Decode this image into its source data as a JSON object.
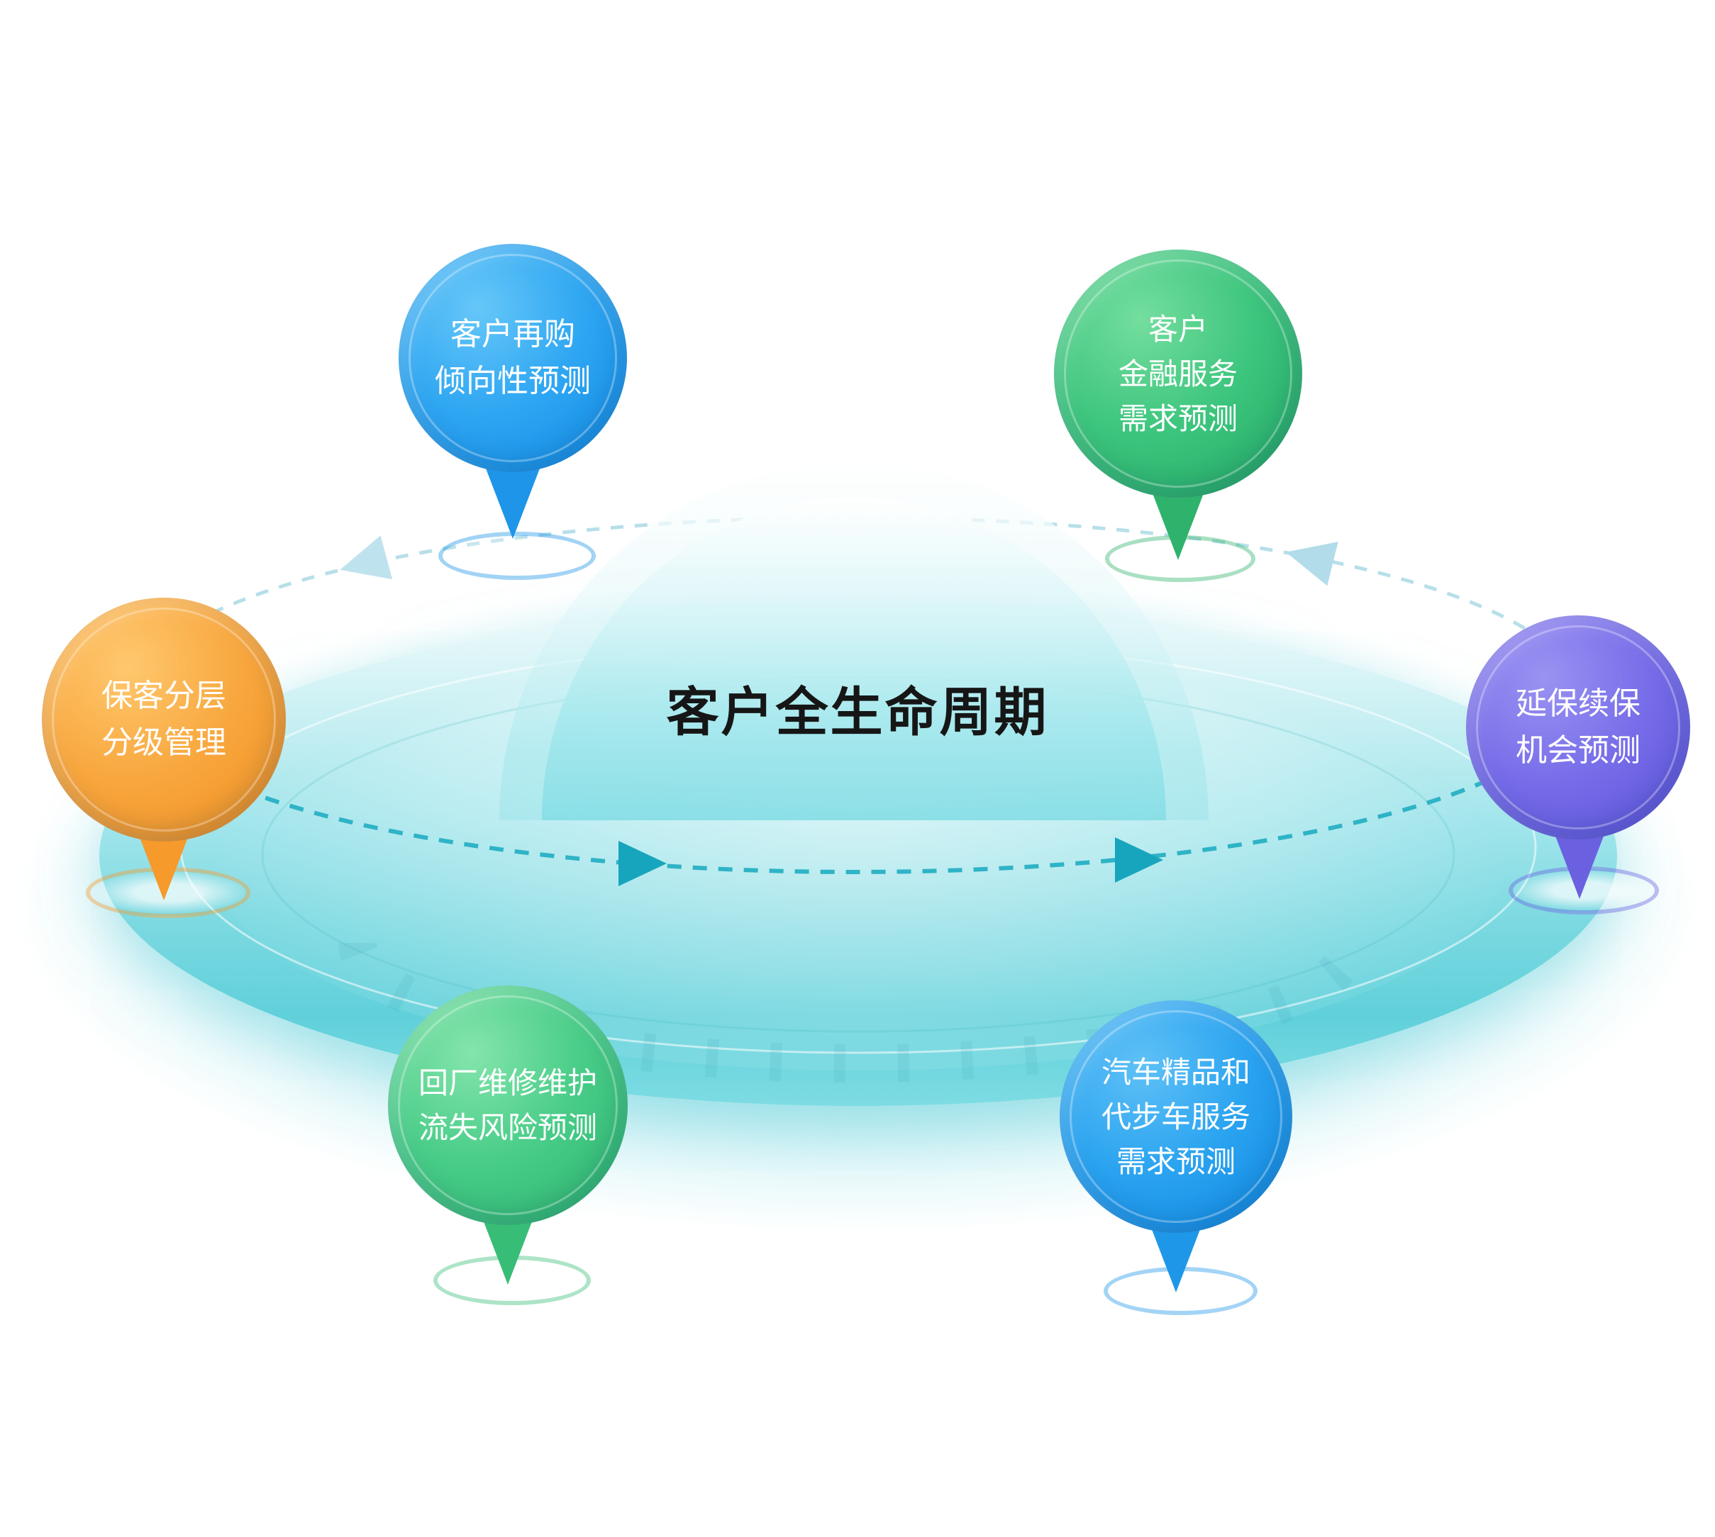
{
  "title": "客户全生命周期",
  "colors": {
    "blue": "#1e95e8",
    "green": "#2fb26c",
    "orange": "#f59a2b",
    "purple": "#6a60e0",
    "green2": "#38bd77",
    "blue2": "#1f97e9",
    "disc": "#5ecfd9",
    "orbit": "#2fb3c6",
    "orbit_light": "#b7dfe9",
    "title_color": "#161616"
  },
  "nodes": [
    {
      "id": "repurchase-propensity",
      "label_lines": [
        "客户再购",
        "倾向性预测"
      ]
    },
    {
      "id": "finance-service-demand",
      "label_lines": [
        "客户",
        "金融服务",
        "需求预测"
      ]
    },
    {
      "id": "customer-tier-management",
      "label_lines": [
        "保客分层",
        "分级管理"
      ]
    },
    {
      "id": "warranty-renewal-chance",
      "label_lines": [
        "延保续保",
        "机会预测"
      ]
    },
    {
      "id": "repair-churn-risk",
      "label_lines": [
        "回厂维修维护",
        "流失风险预测"
      ]
    },
    {
      "id": "accessory-courtesy-demand",
      "label_lines": [
        "汽车精品和",
        "代步车服务",
        "需求预测"
      ]
    }
  ]
}
